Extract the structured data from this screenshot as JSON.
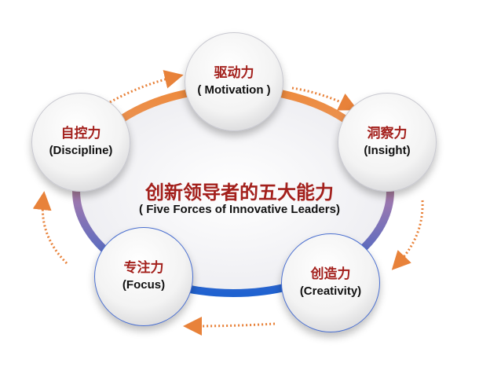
{
  "title": "创新领导者的五大能力",
  "subtitle": "( Five Forces of Innovative Leaders)",
  "nodes": [
    {
      "zh": "驱动力",
      "en": "( Motivation )"
    },
    {
      "zh": "洞察力",
      "en": "(Insight)"
    },
    {
      "zh": "创造力",
      "en": "(Creativity)"
    },
    {
      "zh": "专注力",
      "en": "(Focus)"
    },
    {
      "zh": "自控力",
      "en": "(Discipline)"
    }
  ],
  "colors": {
    "accent_red": "#a3201c",
    "ring_orange": "#ee8a3c",
    "ring_purple": "#8e6fae",
    "ring_blue": "#2a62c8",
    "arrow": "#e8823a"
  }
}
